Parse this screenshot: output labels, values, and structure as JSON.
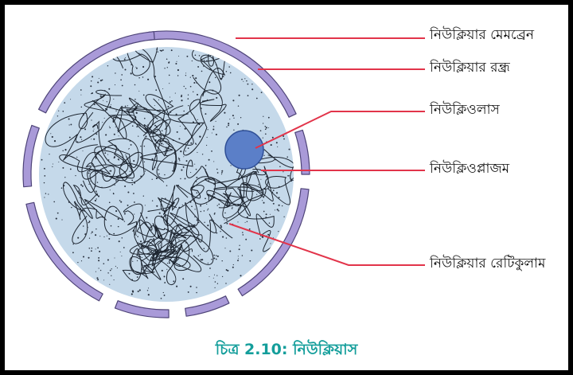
{
  "labels": {
    "nuclear_membrane": "নিউক্লিয়ার মেমব্রেন",
    "nuclear_pore": "নিউক্লিয়ার রন্ধ্র",
    "nucleolus": "নিউক্লিওলাস",
    "nucleoplasm": "নিউক্লিওপ্লাজম",
    "nuclear_reticulum": "নিউক্লিয়ার রেটিকুলাম"
  },
  "caption": "চিত্র 2.10: নিউক্লিয়াস",
  "colors": {
    "membrane": "#a99ad8",
    "membrane_stroke": "#4e4478",
    "nucleoplasm": "#c5d9ea",
    "nucleolus": "#5b7fc8",
    "leader_line": "#e2344a",
    "caption": "#149e9b"
  }
}
